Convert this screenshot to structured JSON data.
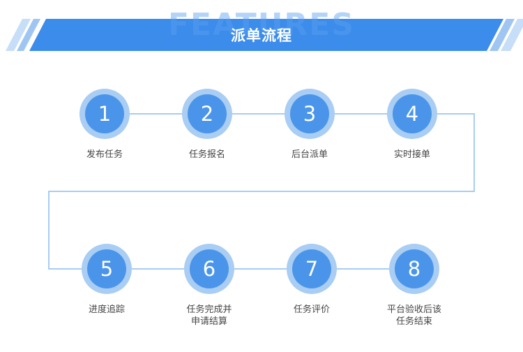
{
  "banner": {
    "title": "派单流程",
    "watermark": "FEATURES"
  },
  "steps": [
    {
      "number": "1",
      "label": "发布任务"
    },
    {
      "number": "2",
      "label": "任务报名"
    },
    {
      "number": "3",
      "label": "后台派单"
    },
    {
      "number": "4",
      "label": "实时接单"
    },
    {
      "number": "5",
      "label": "进度追踪"
    },
    {
      "number": "6",
      "label": "任务完成并\n申请结算"
    },
    {
      "number": "7",
      "label": "任务评价"
    },
    {
      "number": "8",
      "label": "平台验收后该\n任务结束"
    }
  ],
  "colors": {
    "banner_main": "#3b8ceb",
    "banner_light": "#b9d7f6",
    "circle_outer": "#a9cdf3",
    "circle_inner": "#4a95ea",
    "connector": "#8cbcf0"
  }
}
